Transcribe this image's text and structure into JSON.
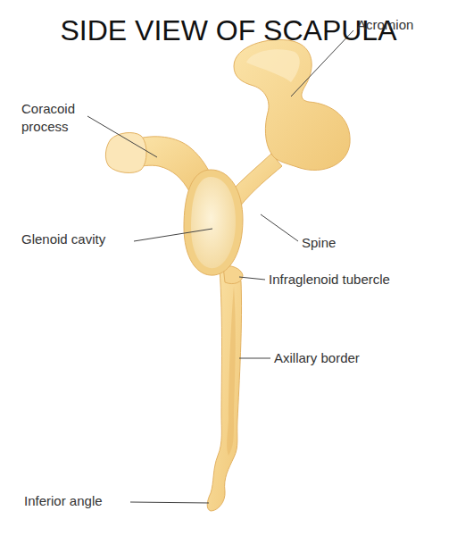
{
  "diagram": {
    "title": "SIDE VIEW OF SCAPULA",
    "labels": [
      "Coracoid process",
      "Acromion",
      "Glenoid cavity",
      "Spine",
      "Infraglenoid tubercle",
      "Axillary border",
      "Inferior angle"
    ]
  }
}
